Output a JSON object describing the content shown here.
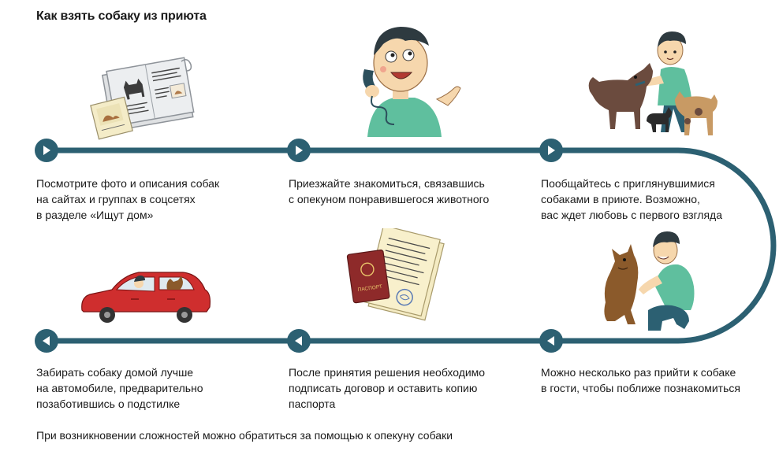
{
  "title": "Как взять собаку из приюта",
  "colors": {
    "track": "#2c6072",
    "node": "#2c6072",
    "node_arrow": "#ffffff",
    "text": "#1a1a1a"
  },
  "steps": [
    {
      "lines": [
        "Посмотрите фото и описания собак",
        "на сайтах и группах в соцсетях",
        "в разделе «Ищут дом»"
      ],
      "illustration": "magazines-with-dog-photos",
      "arrow": "right"
    },
    {
      "lines": [
        "Приезжайте знакомиться, связавшись",
        "с опекуном понравившегося животного"
      ],
      "illustration": "man-on-phone",
      "arrow": "right"
    },
    {
      "lines": [
        "Пообщайтесь с приглянувшимися",
        "собаками в приюте. Возможно,",
        "вас ждет любовь с первого взгляда"
      ],
      "illustration": "man-with-three-dogs",
      "arrow": "right"
    },
    {
      "lines": [
        "Можно несколько раз прийти к собаке",
        "в гости, чтобы поближе познакомиться"
      ],
      "illustration": "man-hugging-dog",
      "arrow": "left"
    },
    {
      "lines": [
        "После принятия решения необходимо",
        "подписать договор и оставить копию",
        "паспорта"
      ],
      "illustration": "passport-and-contract",
      "arrow": "left",
      "passport_label": "ПАСПОРТ"
    },
    {
      "lines": [
        "Забирать собаку домой лучше",
        "на автомобиле, предварительно",
        "позаботившись о подстилке"
      ],
      "illustration": "red-car-with-dog",
      "arrow": "left"
    }
  ],
  "footer_note": "При возникновении сложностей можно обратиться за помощью к опекуну собаки"
}
